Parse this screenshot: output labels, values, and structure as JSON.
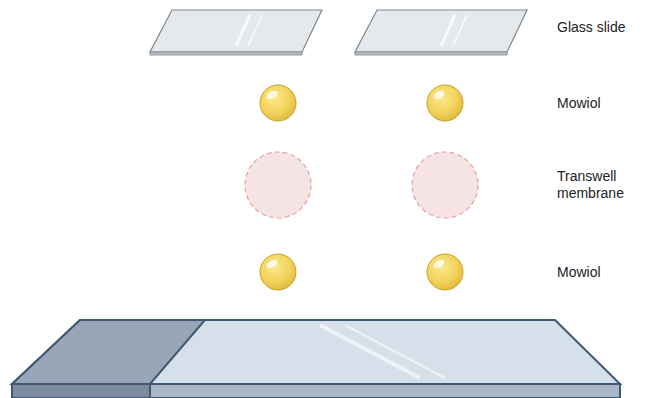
{
  "diagram": {
    "labels": [
      "Glass slide",
      "Mowiol",
      "Transwell membrane",
      "Mowiol"
    ]
  }
}
